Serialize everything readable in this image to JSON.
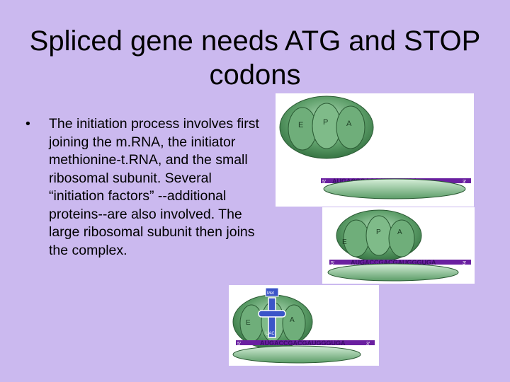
{
  "slide": {
    "title": "Spliced gene needs ATG and STOP codons",
    "bullet_symbol": "•",
    "bullet_text": "The initiation process involves first joining the m.RNA, the initiator methionine-t.RNA, and the small ribosomal subunit. Several “initiation factors” --additional proteins--are also involved. The large ribosomal subunit then joins the complex."
  },
  "figures": {
    "site_labels": [
      "E",
      "P",
      "A"
    ],
    "mrna_sequence_1": "AUGACCGACGAUGGGUGA",
    "mrna_sequence_2": "AUGACCGACGAUGGGUGA",
    "mrna_sequence_3": "AUGACCGACGAUGGGUGA",
    "five_prime": "5'",
    "three_prime": "3'",
    "trna_label": "Met",
    "anticodon_label": "UAC"
  },
  "colors": {
    "background": "#cbb9ef",
    "ribosome_green": "#3f8a4f",
    "ribosome_light": "#9bd2a4",
    "mrna_purple": "#6a1fa0",
    "trna_blue": "#3b55c8"
  }
}
